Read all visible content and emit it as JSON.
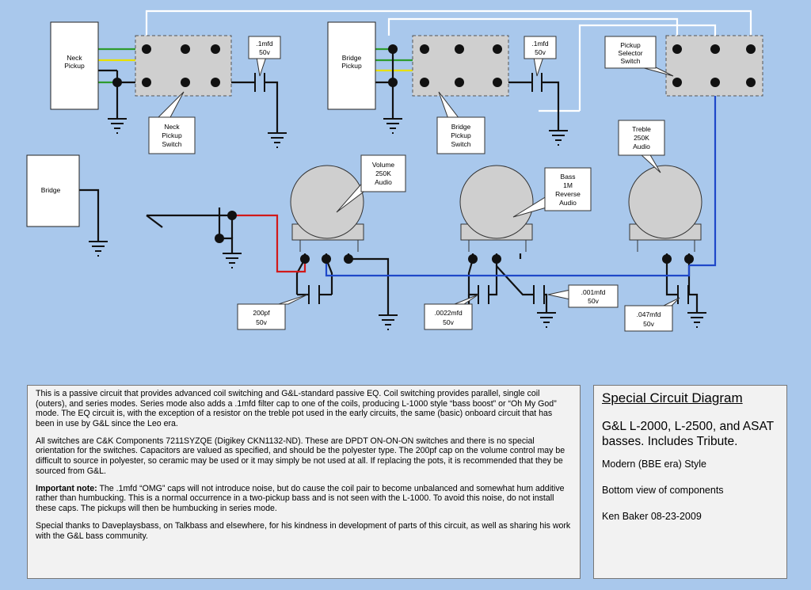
{
  "labels": {
    "neck_pickup": [
      "Neck",
      "Pickup"
    ],
    "bridge_pickup": [
      "Bridge",
      "Pickup"
    ],
    "bridge": [
      "Bridge"
    ],
    "neck_switch": [
      "Neck",
      "Pickup",
      "Switch"
    ],
    "bridge_switch": [
      "Bridge",
      "Pickup",
      "Switch"
    ],
    "selector_switch": [
      "Pickup",
      "Selector",
      "Switch"
    ],
    "cap_neck": [
      ".1mfd",
      "50v"
    ],
    "cap_bridge": [
      ".1mfd",
      "50v"
    ],
    "volume_pot": [
      "Volume",
      "250K",
      "Audio"
    ],
    "bass_pot": [
      "Bass",
      "1M",
      "Reverse",
      "Audio"
    ],
    "treble_pot": [
      "Treble",
      "250K",
      "Audio"
    ],
    "cap_200pf": [
      "200pf",
      "50v"
    ],
    "cap_0022": [
      ".0022mfd",
      "50v"
    ],
    "cap_001": [
      ".001mfd",
      "50v"
    ],
    "cap_047": [
      ".047mfd",
      "50v"
    ]
  },
  "notes": {
    "p1": "This is a passive circuit that provides advanced coil switching and G&L-standard passive EQ. Coil switching provides parallel, single coil (outers), and series modes. Series mode also adds a .1mfd filter cap to one of the coils, producing L-1000 style “bass boost” or “Oh My God” mode. The EQ circuit is, with the exception of a resistor on the treble pot used in the early circuits, the same (basic) onboard circuit that has been in use by G&L since the Leo era.",
    "p2": "All switches are C&K Components 7211SYZQE (Digikey CKN1132-ND). These are DPDT ON-ON-ON switches and there is no special orientation for the switches. Capacitors are valued as specified, and should be the polyester type. The 200pf cap on the volume control may be difficult to source in polyester, so ceramic may be used or it may simply be not used at all. If replacing the pots, it is recommended that they be sourced from G&L.",
    "p3_label": "Important note:",
    "p3_text": " The .1mfd “OMG” caps will not introduce noise, but do cause the coil pair to become unbalanced and somewhat hum additive rather than humbucking. This is a normal occurrence in a two-pickup bass and is not seen with the L-1000. To avoid this noise, do not install these caps. The pickups will then be humbucking in series mode.",
    "p4": "Special thanks to Daveplaysbass, on Talkbass and elsewhere, for his kindness in development of parts of this circuit, as well as sharing his work with the G&L bass community."
  },
  "title_block": {
    "title": "Special Circuit Diagram",
    "models": "G&L L-2000, L-2500, and ASAT basses. Includes Tribute.",
    "style": "Modern (BBE era) Style",
    "view": "Bottom view of components",
    "author": "Ken Baker 08-23-2009"
  },
  "colors": {
    "background": "#a9c8ec",
    "white_wire": "#ffffff",
    "black_wire": "#111111",
    "yellow_wire": "#e8e000",
    "green_wire": "#2e9b2e",
    "red_wire": "#d11a1a",
    "blue_wire": "#1f48c9",
    "component_fill": "#cfcfcf",
    "label_box_fill": "#ffffff"
  }
}
